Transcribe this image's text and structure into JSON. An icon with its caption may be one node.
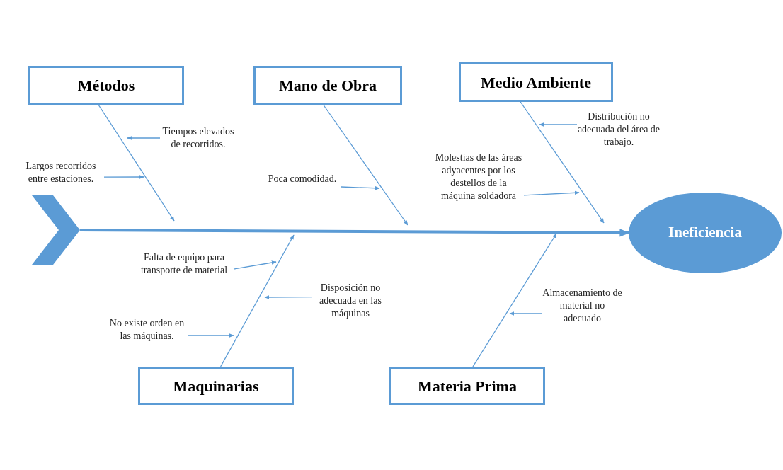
{
  "diagram": {
    "nodes": [
      {
        "text": [
          "Métodos"
        ]
      },
      {
        "text": [
          "Mano de Obra"
        ]
      },
      {
        "text": [
          "Medio Ambiente"
        ]
      },
      {
        "text": [
          "Ineficiencia"
        ]
      },
      {
        "text": [
          "Maquinarias"
        ]
      },
      {
        "text": [
          "Materia Prima"
        ]
      },
      {
        "text": [],
        "shape": "chevron"
      },
      {
        "text": [
          "Tiempos elevados de recorridos."
        ]
      },
      {
        "text": [
          "Largos recorridos entre estaciones."
        ]
      },
      {
        "text": [
          "Poca comodidad."
        ]
      },
      {
        "text": [
          "Molestias de las áreas adyacentes por los destellos de la máquina soldadora"
        ]
      },
      {
        "text": [
          "Distribución no adecuada del área de trabajo."
        ]
      },
      {
        "text": [
          "Falta de equipo para transporte de material"
        ]
      },
      {
        "text": [
          "Disposición no adecuada en las máquinas"
        ]
      },
      {
        "text": [
          "No existe orden en las máquinas."
        ]
      },
      {
        "text": [
          "Almacenamiento de material no adecuado"
        ]
      }
    ],
    "edges": [
      {
        "from": 6,
        "to": 3,
        "arrow": "to",
        "style": "thick"
      },
      {
        "from": 0,
        "to": null,
        "arrow": "to"
      },
      {
        "from": 1,
        "to": null,
        "arrow": "to"
      },
      {
        "from": 2,
        "to": null,
        "arrow": "to"
      },
      {
        "from": 4,
        "to": null,
        "arrow": "to"
      },
      {
        "from": 5,
        "to": null,
        "arrow": "to"
      },
      {
        "from": 7,
        "to": null,
        "arrow": "to"
      },
      {
        "from": 8,
        "to": null,
        "arrow": "to"
      },
      {
        "from": 9,
        "to": null,
        "arrow": "to"
      },
      {
        "from": 10,
        "to": null,
        "arrow": "to"
      },
      {
        "from": 11,
        "to": null,
        "arrow": "to"
      },
      {
        "from": 12,
        "to": null,
        "arrow": "to"
      },
      {
        "from": 13,
        "to": null,
        "arrow": "to"
      },
      {
        "from": 14,
        "to": null,
        "arrow": "to"
      },
      {
        "from": 15,
        "to": null,
        "arrow": "to"
      }
    ]
  }
}
